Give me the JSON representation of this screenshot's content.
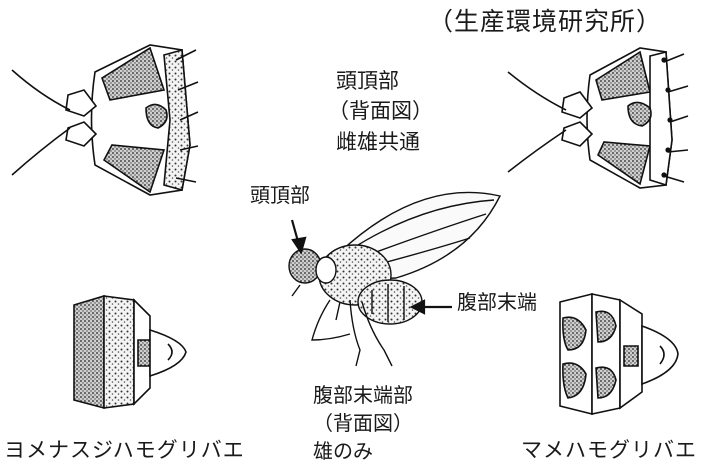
{
  "source": "（生産環境研究所）",
  "head_note": {
    "line1": "頭頂部",
    "line2": "（背面図）",
    "line3": "雌雄共通"
  },
  "pointer_head": "頭頂部",
  "pointer_abdomen": "腹部末端",
  "abdomen_note": {
    "line1": "腹部末端部",
    "line2": "（背面図）",
    "line3": "雄のみ"
  },
  "species": {
    "left": "ヨメナスジハモグリバエ",
    "right": "マメハモグリバエ"
  }
}
